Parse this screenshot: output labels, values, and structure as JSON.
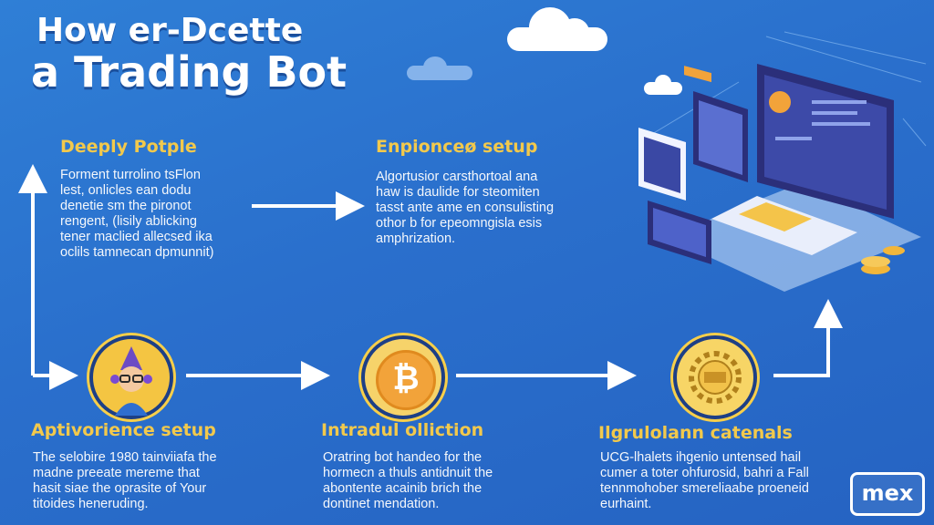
{
  "title": {
    "line1": "How er-Dcette",
    "line2": "a Trading Bot"
  },
  "steps": [
    {
      "heading": "Deeply Potple",
      "lines": [
        "Forment turrolino tsFlon",
        "lest,  onlicles  ean  dodu",
        "denetie  sm  the  pironot",
        "rengent,  (lisily  ablicking",
        "tener maclied allecsed ika",
        "oclils  tamnecan dpmunnit)"
      ]
    },
    {
      "heading": "Enpionceø setup",
      "lines": [
        "Algortusior carsthortoal ana",
        "haw  is  daulide  for  steomiten",
        "tasst  ante  ame  en  consulisting",
        "othor  b  for  epeomngisla  esis",
        "amphrization."
      ]
    },
    {
      "heading": "Aptivorience setup",
      "lines": [
        "The selobire 1980 tainviiafa the",
        "madne  preeate  mereme  that",
        "hasit  siae  the  oprasite  of  Your",
        "titoides heneruding."
      ]
    },
    {
      "heading": "Intradul olliction",
      "lines": [
        "Oratring bot handeo for the",
        "hormecn  a  thuls  antidnuit  the",
        "abontente acainib brich the",
        "dontinet mendation."
      ]
    },
    {
      "heading": "Ilgrulolann catenals",
      "lines": [
        "UCG-lhalets ihgenio untensed hail",
        "cumer  a  toter  ohfurosid,  bahri  a  Fall",
        "tennmohober smereliaabe proeneid",
        "eurhaint."
      ]
    }
  ],
  "coin_symbol": "₿",
  "logo_text": "mex",
  "colors": {
    "background": "#2a6fcc",
    "heading": "#f2c94c",
    "circle": "#f7cf4a",
    "arrow": "#ffffff"
  }
}
